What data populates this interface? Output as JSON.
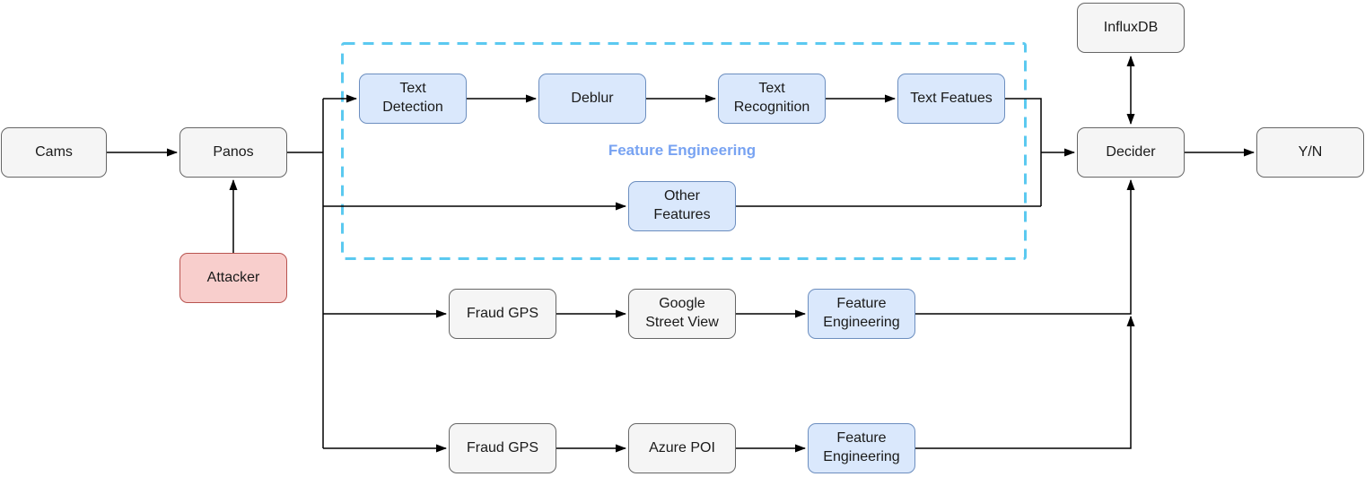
{
  "colors": {
    "gray_fill": "#f5f5f5",
    "gray_stroke": "#666666",
    "blue_fill": "#dae8fc",
    "blue_stroke": "#6c8ebf",
    "red_fill": "#f8cecc",
    "red_stroke": "#b85450",
    "dashed_border": "#5bc9f0",
    "label_blue": "#78a3f2",
    "edge": "#000000"
  },
  "group": {
    "label": "Feature Engineering"
  },
  "nodes": {
    "cams": {
      "label": "Cams"
    },
    "panos": {
      "label": "Panos"
    },
    "attacker": {
      "label": "Attacker"
    },
    "text_detection": {
      "label": "Text\nDetection"
    },
    "deblur": {
      "label": "Deblur"
    },
    "text_recognition": {
      "label": "Text\nRecognition"
    },
    "text_featues": {
      "label": "Text Featues"
    },
    "other_features": {
      "label": "Other\nFeatures"
    },
    "fraud_gps_a": {
      "label": "Fraud GPS"
    },
    "google_street_view": {
      "label": "Google\nStreet View"
    },
    "feature_engineering_a": {
      "label": "Feature\nEngineering"
    },
    "fraud_gps_b": {
      "label": "Fraud GPS"
    },
    "azure_poi": {
      "label": "Azure POI"
    },
    "feature_engineering_b": {
      "label": "Feature\nEngineering"
    },
    "influxdb": {
      "label": "InfluxDB"
    },
    "decider": {
      "label": "Decider"
    },
    "yn": {
      "label": "Y/N"
    }
  }
}
